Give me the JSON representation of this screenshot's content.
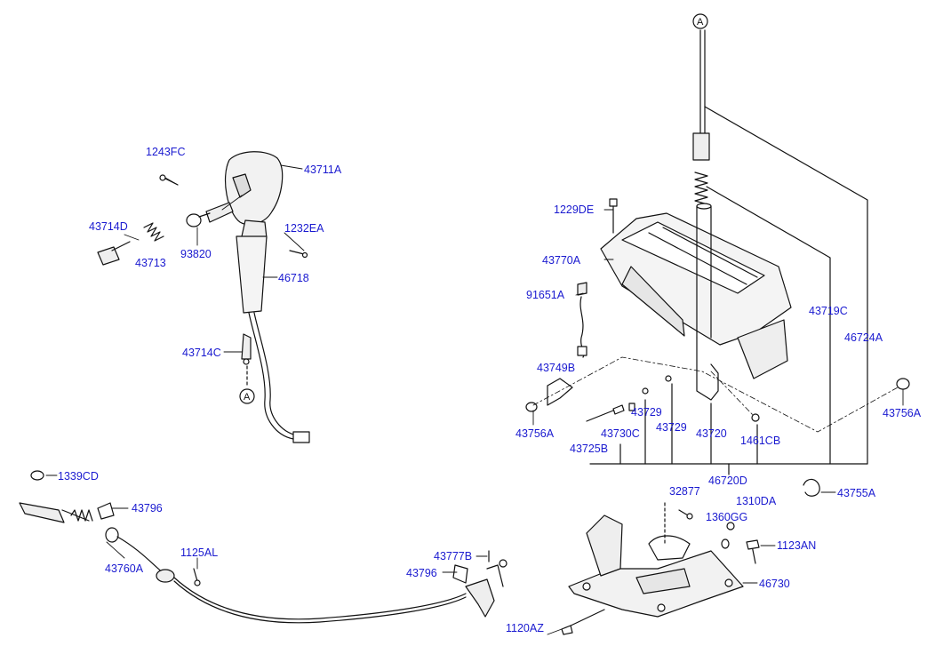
{
  "diagram": {
    "label_color": "#1a1ad0",
    "line_color": "#111111",
    "labels": [
      "1243FC",
      "43711A",
      "43714D",
      "43713",
      "93820",
      "1232EA",
      "46718",
      "43714C",
      "1229DE",
      "43770A",
      "91651A",
      "43719C",
      "46724A",
      "43749B",
      "43729",
      "43729",
      "43720",
      "43756A",
      "43730C",
      "1461CB",
      "43756A",
      "43725B",
      "46720D",
      "1339CD",
      "43796",
      "43755A",
      "32877",
      "1310DA",
      "1360GG",
      "1123AN",
      "1125AL",
      "43760A",
      "43777B",
      "43796",
      "46730",
      "1120AZ"
    ],
    "ref_marks": [
      "A",
      "A"
    ]
  }
}
